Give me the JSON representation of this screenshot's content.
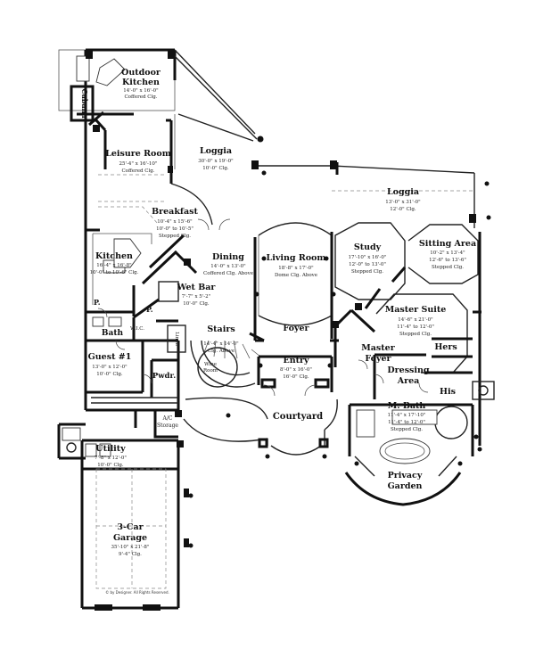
{
  "plan": {
    "rooms": [
      {
        "id": "outdoor-kitchen",
        "name": [
          "Outdoor",
          "Kitchen"
        ],
        "details": [
          "14'-0\" x 16'-0\"",
          "Coffered Clg."
        ]
      },
      {
        "id": "cabana",
        "name": [
          "Cabana"
        ],
        "details": []
      },
      {
        "id": "leisure-room",
        "name": [
          "Leisure Room"
        ],
        "details": [
          "25'-4\" x 16'-10\"",
          "Coffered Clg."
        ]
      },
      {
        "id": "loggia-left",
        "name": [
          "Loggia"
        ],
        "details": [
          "30'-0\" x 19'-0\"",
          "10'-0\" Clg."
        ]
      },
      {
        "id": "loggia-right",
        "name": [
          "Loggia"
        ],
        "details": [
          "13'-0\" x 31'-0\"",
          "12'-0\" Clg."
        ]
      },
      {
        "id": "breakfast",
        "name": [
          "Breakfast"
        ],
        "details": [
          "10'-4\" x 15'-6\"",
          "10'-0\" to 10'-5\"",
          "Stepped Clg."
        ]
      },
      {
        "id": "kitchen",
        "name": [
          "Kitchen"
        ],
        "details": [
          "16'-4\" x 16'-8\"",
          "10'-0\" to 10'-6\" Clg."
        ]
      },
      {
        "id": "dining",
        "name": [
          "Dining"
        ],
        "details": [
          "14'-0\" x 13'-0\"",
          "Coffered Clg. Above"
        ]
      },
      {
        "id": "living-room",
        "name": [
          "Living Room"
        ],
        "details": [
          "18'-8\" x 17'-0\"",
          "Dome Clg. Above"
        ]
      },
      {
        "id": "study",
        "name": [
          "Study"
        ],
        "details": [
          "17'-10\" x 16'-0\"",
          "12'-0\" to 13'-0\"",
          "Stepped Clg."
        ]
      },
      {
        "id": "sitting-area",
        "name": [
          "Sitting Area"
        ],
        "details": [
          "10'-2\" x 13'-4\"",
          "12'-6\" to 13'-6\"",
          "Stepped Clg."
        ]
      },
      {
        "id": "wet-bar",
        "name": [
          "Wet Bar"
        ],
        "details": [
          "7'-7\" x 5'-2\"",
          "10'-0\" Clg."
        ]
      },
      {
        "id": "pantry",
        "name": [
          "P."
        ],
        "details": []
      },
      {
        "id": "powder-p",
        "name": [
          "P."
        ],
        "details": []
      },
      {
        "id": "bath",
        "name": [
          "Bath"
        ],
        "details": []
      },
      {
        "id": "wic",
        "name": [
          "W.I.C."
        ],
        "details": []
      },
      {
        "id": "guest",
        "name": [
          "Guest #1"
        ],
        "details": [
          "13'-0\" x 12'-0\"",
          "10'-0\" Clg."
        ]
      },
      {
        "id": "stairs",
        "name": [
          "Stairs"
        ],
        "details": [
          "14'-4\" x 14'-0\"",
          "Clg. Above"
        ]
      },
      {
        "id": "wine-room",
        "name": [
          "Wine",
          "Room"
        ],
        "details": []
      },
      {
        "id": "linen",
        "name": [
          "Linen"
        ],
        "details": []
      },
      {
        "id": "pwdr",
        "name": [
          "Pwdr."
        ],
        "details": []
      },
      {
        "id": "foyer",
        "name": [
          "Foyer"
        ],
        "details": []
      },
      {
        "id": "entry",
        "name": [
          "Entry"
        ],
        "details": [
          "8'-0\" x 16'-0\"",
          "16'-0\" Clg."
        ]
      },
      {
        "id": "master-suite",
        "name": [
          "Master Suite"
        ],
        "details": [
          "14'-6\" x 21'-0\"",
          "11'-4\" to 12'-0\"",
          "Stepped Clg."
        ]
      },
      {
        "id": "master-foyer",
        "name": [
          "Master",
          "Foyer"
        ],
        "details": []
      },
      {
        "id": "hers",
        "name": [
          "Hers"
        ],
        "details": []
      },
      {
        "id": "his",
        "name": [
          "His"
        ],
        "details": []
      },
      {
        "id": "dressing-area",
        "name": [
          "Dressing",
          "Area"
        ],
        "details": []
      },
      {
        "id": "m-bath",
        "name": [
          "M. Bath"
        ],
        "details": [
          "11'-4\" x 17'-10\"",
          "11'-4\" to 12'-0\"",
          "Stepped Clg."
        ]
      },
      {
        "id": "courtyard",
        "name": [
          "Courtyard"
        ],
        "details": []
      },
      {
        "id": "privacy-garden",
        "name": [
          "Privacy",
          "Garden"
        ],
        "details": []
      },
      {
        "id": "ac-storage",
        "name": [
          "A/C",
          "Storage"
        ],
        "details": []
      },
      {
        "id": "utility",
        "name": [
          "Utility"
        ],
        "details": [
          "7'-8\" x 12'-0\"",
          "10'-0\" Clg."
        ]
      },
      {
        "id": "garage",
        "name": [
          "3-Car",
          "Garage"
        ],
        "details": [
          "35'-10\" x 21'-8\"",
          "9'-4\" Clg."
        ]
      }
    ],
    "copyright": "© by Designer. All Rights Reserved."
  }
}
